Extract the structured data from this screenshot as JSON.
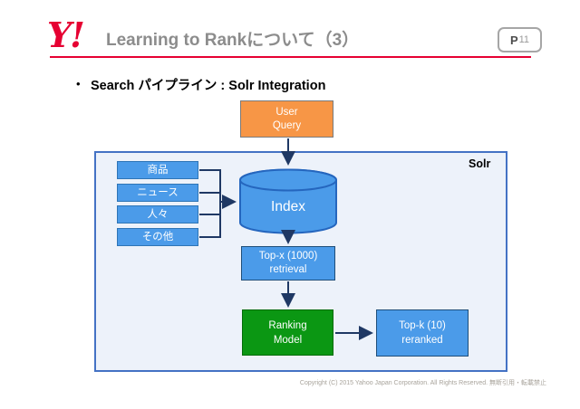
{
  "header": {
    "logo": "Y!",
    "title": "Learning to Rankについて（3）",
    "page_badge": {
      "prefix": "P",
      "number": "11"
    }
  },
  "bullet": {
    "marker": "•",
    "text": "Search パイプライン : Solr Integration"
  },
  "diagram": {
    "solr_label": "Solr",
    "user_query": {
      "line1": "User",
      "line2": "Query"
    },
    "sources": [
      {
        "label": "商品"
      },
      {
        "label": "ニュース"
      },
      {
        "label": "人々"
      },
      {
        "label": "その他"
      }
    ],
    "index": {
      "label": "Index"
    },
    "topx": {
      "line1": "Top-x (1000)",
      "line2": "retrieval"
    },
    "ranking": {
      "line1": "Ranking",
      "line2": "Model"
    },
    "topk": {
      "line1": "Top-k (10)",
      "line2": "reranked"
    }
  },
  "footer": {
    "copyright": "Copyright (C) 2015 Yahoo Japan Corporation. All Rights Reserved. 無断引用・転載禁止"
  },
  "colors": {
    "brand_red": "#e60032",
    "title_gray": "#8c8c8c",
    "box_blue": "#4b9be9",
    "box_blue_border": "#2e75b6",
    "box_blue_border_dark": "#1f4e79",
    "cylinder_border": "#2566be",
    "green": "#0b9713",
    "green_border": "#066c0b",
    "orange": "#f79646",
    "orange_border": "#7a7a7a",
    "container_border": "#4472c4",
    "container_bg": "#edf2fa",
    "arrow": "#1f3864"
  }
}
